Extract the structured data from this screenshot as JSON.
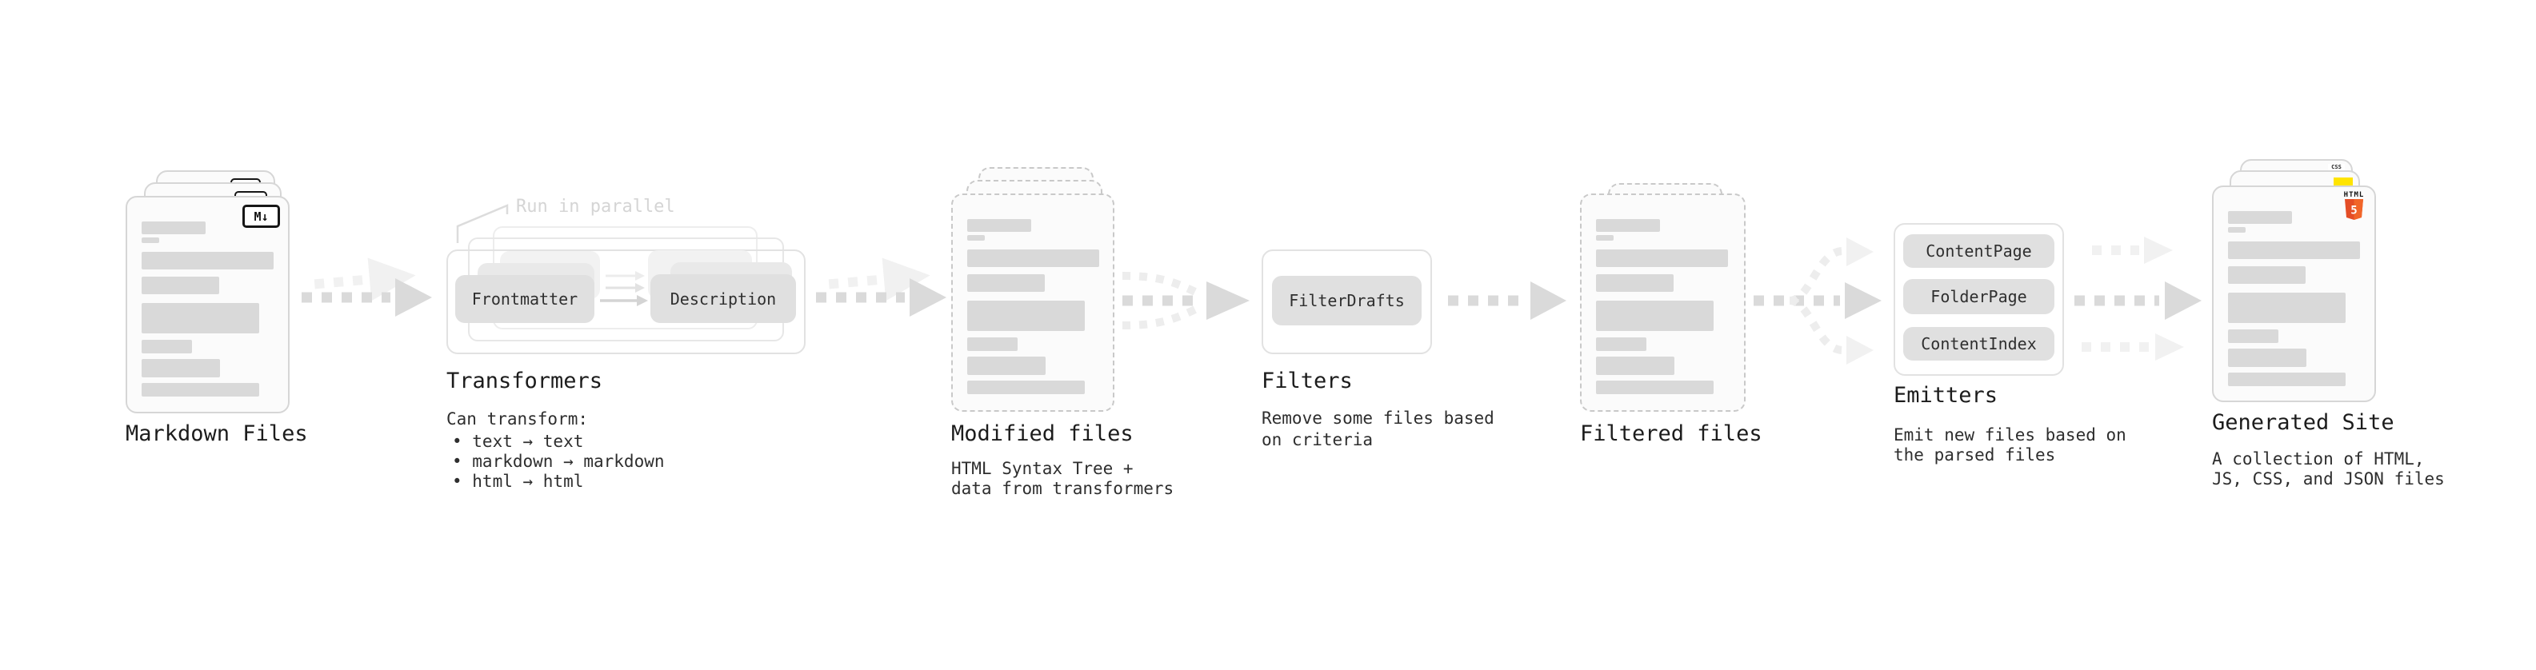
{
  "stages": {
    "markdown": {
      "label": "Markdown Files",
      "badge": "M↓"
    },
    "transformers": {
      "label": "Transformers",
      "callout": "Run in parallel",
      "pill_frontmatter": "Frontmatter",
      "pill_description": "Description",
      "note_title": "Can transform:",
      "notes": [
        "• text → text",
        "• markdown → markdown",
        "• html → html"
      ]
    },
    "modified": {
      "label": "Modified files",
      "desc": [
        "HTML Syntax Tree +",
        "data from transformers"
      ]
    },
    "filters": {
      "label": "Filters",
      "pill": "FilterDrafts",
      "desc": [
        "Remove some files based",
        "on criteria"
      ]
    },
    "filtered": {
      "label": "Filtered files"
    },
    "emitters": {
      "label": "Emitters",
      "pills": [
        "ContentPage",
        "FolderPage",
        "ContentIndex"
      ],
      "desc": [
        "Emit new files based on",
        "the parsed files"
      ]
    },
    "generated": {
      "label": "Generated Site",
      "desc": [
        "A collection of HTML,",
        "JS, CSS, and JSON files"
      ],
      "html_badge_text": "HTML",
      "html_badge_number": "5",
      "css_badge_text": "CSS"
    }
  },
  "colors": {
    "arrow_dark": "#dadada",
    "arrow_light": "#f1f1f1",
    "doc_bar": "#d9d9d9",
    "pill_bg": "#e0e0e0",
    "html5_orange": "#e44d26",
    "html5_orange_light": "#f16529",
    "js_yellow": "#ffe400",
    "css_blue": "#2d6bf2"
  }
}
